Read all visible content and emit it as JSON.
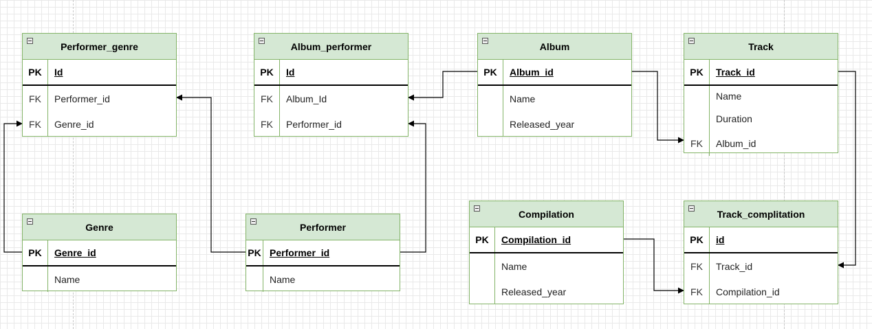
{
  "colors": {
    "header_fill": "#d5e8d4",
    "border": "#82b366",
    "line": "#000000"
  },
  "icon": "collapse-icon",
  "entities": {
    "performer_genre": {
      "title": "Performer_genre",
      "rows": [
        {
          "key": "PK",
          "name": "Id"
        },
        {
          "key": "FK",
          "name": "Performer_id"
        },
        {
          "key": "FK",
          "name": "Genre_id"
        }
      ]
    },
    "album_performer": {
      "title": "Album_performer",
      "rows": [
        {
          "key": "PK",
          "name": "Id"
        },
        {
          "key": "FK",
          "name": "Album_Id"
        },
        {
          "key": "FK",
          "name": "Performer_id"
        }
      ]
    },
    "album": {
      "title": "Album",
      "rows": [
        {
          "key": "PK",
          "name": "Album_id"
        },
        {
          "key": "",
          "name": "Name"
        },
        {
          "key": "",
          "name": "Released_year"
        }
      ]
    },
    "track": {
      "title": "Track",
      "rows": [
        {
          "key": "PK",
          "name": "Track_id"
        },
        {
          "key": "",
          "name": "Name"
        },
        {
          "key": "",
          "name": "Duration"
        },
        {
          "key": "FK",
          "name": "Album_id"
        }
      ]
    },
    "genre": {
      "title": "Genre",
      "rows": [
        {
          "key": "PK",
          "name": "Genre_id"
        },
        {
          "key": "",
          "name": "Name"
        }
      ]
    },
    "performer": {
      "title": "Performer",
      "rows": [
        {
          "key": "PK",
          "name": "Performer_id"
        },
        {
          "key": "",
          "name": "Name"
        }
      ]
    },
    "compilation": {
      "title": "Compilation",
      "rows": [
        {
          "key": "PK",
          "name": "Compilation_id"
        },
        {
          "key": "",
          "name": "Name"
        },
        {
          "key": "",
          "name": "Released_year"
        }
      ]
    },
    "track_compilation": {
      "title": "Track_complitation",
      "rows": [
        {
          "key": "PK",
          "name": "id"
        },
        {
          "key": "FK",
          "name": "Track_id"
        },
        {
          "key": "FK",
          "name": "Compilation_id"
        }
      ]
    }
  },
  "relationships": [
    {
      "from": "genre.Genre_id",
      "to": "performer_genre.Genre_id"
    },
    {
      "from": "performer.Performer_id",
      "to": "performer_genre.Performer_id"
    },
    {
      "from": "performer.Performer_id",
      "to": "album_performer.Performer_id"
    },
    {
      "from": "album.Album_id",
      "to": "album_performer.Album_Id"
    },
    {
      "from": "album.Album_id",
      "to": "track.Album_id"
    },
    {
      "from": "track.Track_id",
      "to": "track_compilation.Track_id"
    },
    {
      "from": "compilation.Compilation_id",
      "to": "track_compilation.Compilation_id"
    }
  ]
}
